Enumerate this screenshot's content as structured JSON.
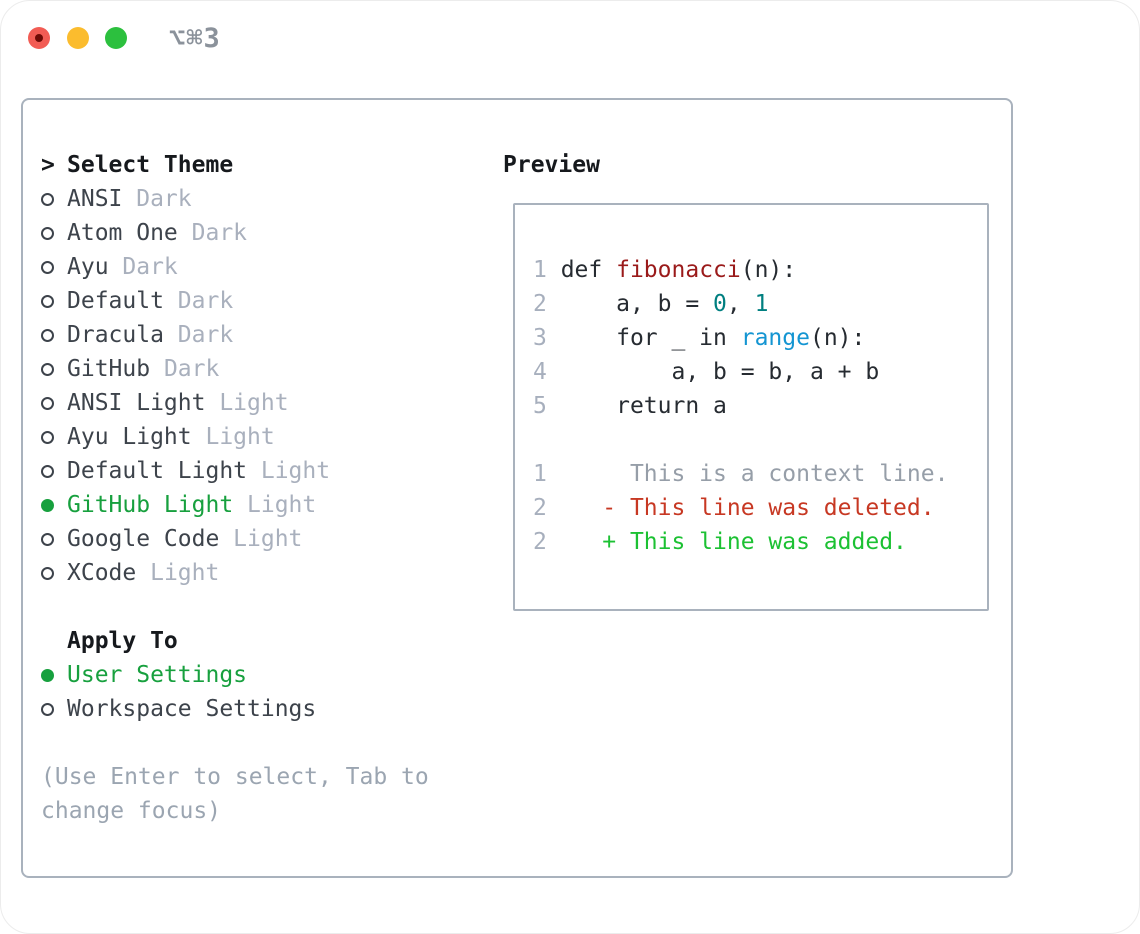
{
  "window": {
    "shortcut": "⌥⌘3"
  },
  "colors": {
    "panel_border": "#a9b2bd",
    "header_text": "#16191d",
    "item_text": "#3d434b",
    "tag_text": "#a9b0bd",
    "hint_text": "#9ba5b1",
    "selected_green": "#17a03e",
    "added_green": "#1cc133",
    "deleted_red": "#c73823",
    "context_gray": "#969ea8",
    "line_number_gray": "#a7afbd",
    "function_red": "#9a1a1a",
    "number_teal": "#007f80",
    "builtin_blue": "#1495d2",
    "traffic_red": "#f25c54",
    "traffic_yellow": "#fbbc2e",
    "traffic_green": "#2cc03e"
  },
  "theme_panel": {
    "header_marker": ">",
    "header": "Select Theme",
    "items": [
      {
        "name": "ANSI",
        "tag": "Dark",
        "selected": false
      },
      {
        "name": "Atom One",
        "tag": "Dark",
        "selected": false
      },
      {
        "name": "Ayu",
        "tag": "Dark",
        "selected": false
      },
      {
        "name": "Default",
        "tag": "Dark",
        "selected": false
      },
      {
        "name": "Dracula",
        "tag": "Dark",
        "selected": false
      },
      {
        "name": "GitHub",
        "tag": "Dark",
        "selected": false
      },
      {
        "name": "ANSI Light",
        "tag": "Light",
        "selected": false
      },
      {
        "name": "Ayu Light",
        "tag": "Light",
        "selected": false
      },
      {
        "name": "Default Light",
        "tag": "Light",
        "selected": false
      },
      {
        "name": "GitHub Light",
        "tag": "Light",
        "selected": true
      },
      {
        "name": "Google Code",
        "tag": "Light",
        "selected": false
      },
      {
        "name": "XCode",
        "tag": "Light",
        "selected": false
      }
    ],
    "apply_to": {
      "header": "Apply To",
      "options": [
        {
          "name": "User Settings",
          "selected": true
        },
        {
          "name": "Workspace Settings",
          "selected": false
        }
      ]
    },
    "hint_lines": [
      "(Use Enter to select, Tab to",
      "change focus)"
    ]
  },
  "preview": {
    "header": "Preview",
    "code_lines": [
      {
        "num": "1",
        "tokens": [
          [
            "plain",
            " def "
          ],
          [
            "fn",
            "fibonacci"
          ],
          [
            "plain",
            "(n):"
          ]
        ]
      },
      {
        "num": "2",
        "tokens": [
          [
            "plain",
            "     a, b = "
          ],
          [
            "num",
            "0"
          ],
          [
            "plain",
            ", "
          ],
          [
            "num",
            "1"
          ]
        ]
      },
      {
        "num": "3",
        "tokens": [
          [
            "plain",
            "     for _ in "
          ],
          [
            "builtin",
            "range"
          ],
          [
            "plain",
            "(n):"
          ]
        ]
      },
      {
        "num": "4",
        "tokens": [
          [
            "plain",
            "         a, b = b, a + b"
          ]
        ]
      },
      {
        "num": "5",
        "tokens": [
          [
            "plain",
            "     return a"
          ]
        ]
      }
    ],
    "diff_lines": [
      {
        "num": "1",
        "type": "context",
        "text": "      This is a context line."
      },
      {
        "num": "2",
        "type": "deleted",
        "text": "    - This line was deleted."
      },
      {
        "num": "2",
        "type": "added",
        "text": "    + This line was added."
      }
    ]
  }
}
